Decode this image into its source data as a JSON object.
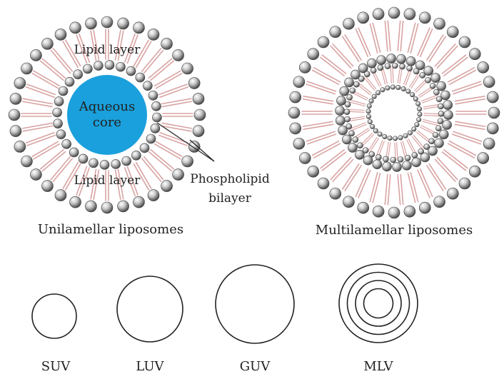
{
  "labels": {
    "lipid_layer_top": "Lipid layer",
    "lipid_layer_bottom": "Lipid layer",
    "aqueous_core_line1": "Aqueous",
    "aqueous_core_line2": "core",
    "phospholipid_line1": "Phospholipid",
    "phospholipid_line2": "bilayer",
    "unilamellar_caption": "Unilamellar liposomes",
    "multilamellar_caption": "Multilamellar liposomes"
  },
  "vesicle_types": [
    {
      "name": "SUV",
      "rings": 1
    },
    {
      "name": "LUV",
      "rings": 1
    },
    {
      "name": "GUV",
      "rings": 1
    },
    {
      "name": "MLV",
      "rings": 4
    }
  ],
  "colors": {
    "aqueous_core": "#1aa0dc",
    "lipid_tail": "#d9a3a3",
    "head_fill": "#9a9a9a",
    "outline": "#222222"
  }
}
